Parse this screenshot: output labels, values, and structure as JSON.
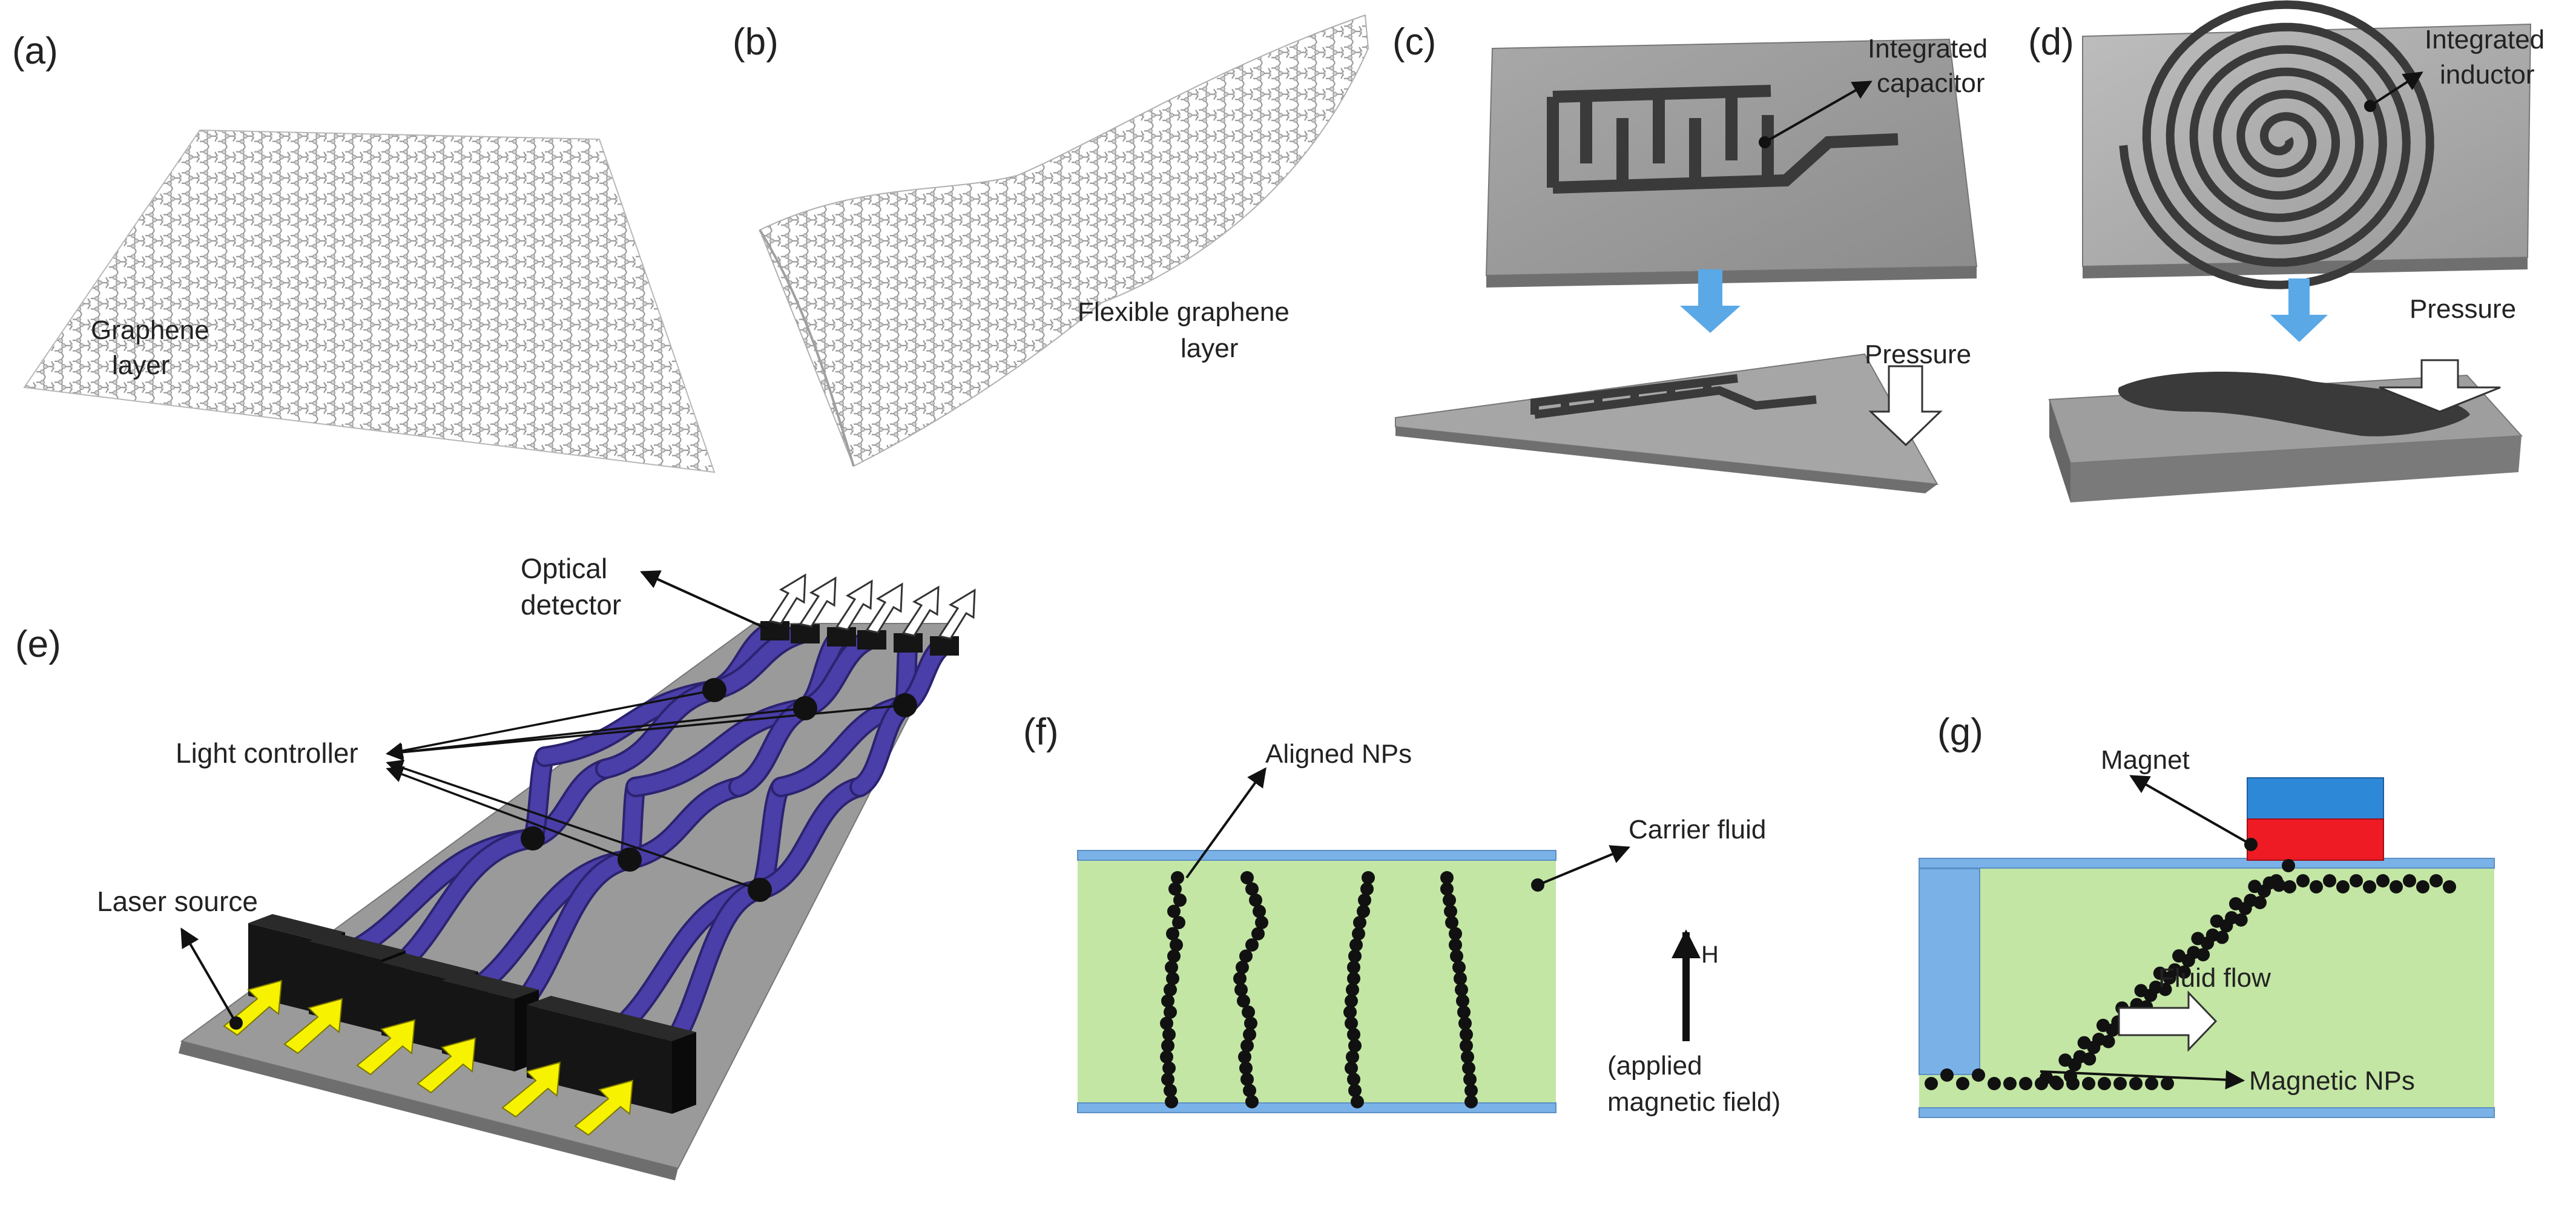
{
  "panels": {
    "a": {
      "letter": "(a)",
      "label_line1": "Graphene",
      "label_line2": "layer"
    },
    "b": {
      "letter": "(b)",
      "label_line1": "Flexible graphene",
      "label_line2": "layer"
    },
    "c": {
      "letter": "(c)",
      "label_line1": "Integrated",
      "label_line2": "capacitor",
      "pressure": "Pressure"
    },
    "d": {
      "letter": "(d)",
      "label_line1": "Integrated",
      "label_line2": "inductor",
      "pressure": "Pressure"
    },
    "e": {
      "letter": "(e)",
      "optical_line1": "Optical",
      "optical_line2": "detector",
      "light_controller": "Light controller",
      "laser_source": "Laser source"
    },
    "f": {
      "letter": "(f)",
      "aligned": "Aligned NPs",
      "carrier": "Carrier fluid",
      "h": "H",
      "applied_line1": "(applied",
      "applied_line2": "magnetic field)"
    },
    "g": {
      "letter": "(g)",
      "magnet": "Magnet",
      "fluid_flow": "Fluid flow",
      "magnetic_nps": "Magnetic NPs"
    }
  },
  "colors": {
    "waveguide": "#4a3ea8",
    "fluid": "#c3e6a4",
    "channel_wall": "#7ab2e8",
    "magnet_top": "#2e88d8",
    "magnet_bottom": "#ee1b24",
    "laser_arrow": "#f7f200",
    "process_arrow": "#5aa8e6"
  }
}
